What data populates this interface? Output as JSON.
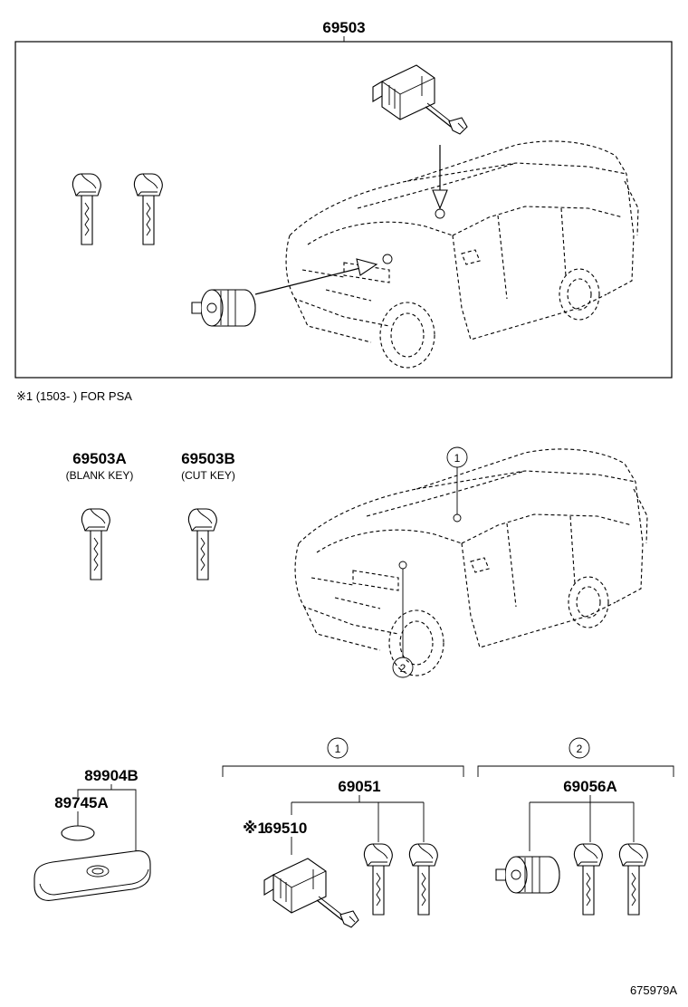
{
  "top_section": {
    "part_number": "69503",
    "note": "※1 (1503-      ) FOR PSA"
  },
  "middle_section": {
    "blank_key": {
      "part_number": "69503A",
      "description": "(BLANK KEY)"
    },
    "cut_key": {
      "part_number": "69503B",
      "description": "(CUT KEY)"
    },
    "callout_1": "1",
    "callout_2": "2"
  },
  "bottom_section": {
    "remote": {
      "part_number": "89904B",
      "battery_part_number": "89745A"
    },
    "group_1": {
      "callout": "1",
      "part_number": "69051",
      "cylinder_part_number": "69510",
      "cylinder_note_mark": "※1"
    },
    "group_2": {
      "callout": "2",
      "part_number": "69056A"
    }
  },
  "diagram_id": "675979A"
}
